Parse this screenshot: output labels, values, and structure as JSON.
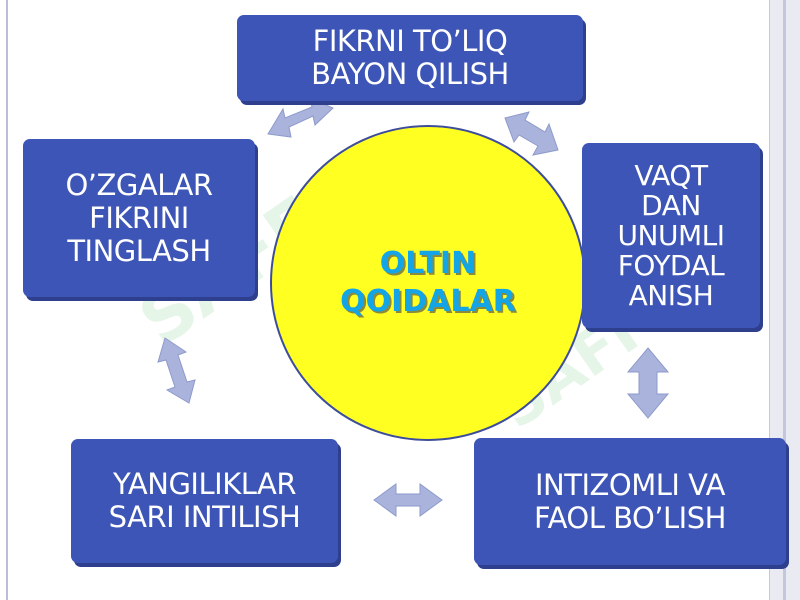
{
  "diagram": {
    "center": {
      "label": "OLTIN\nQOIDALAR"
    },
    "boxes": {
      "top": "FIKRNI TO’LIQ\nBAYON QILISH",
      "left": "O’ZGALAR\nFIKRINI\nTINGLASH",
      "right": "VAQT\nDAN\nUNUMLI\nFOYDAL\nANISH",
      "bottom_left": "YANGILIKLAR\nSARI INTILISH",
      "bottom_right": "INTIZOMLI VA\nFAOL BO’LISH"
    },
    "watermark": "SAFF"
  },
  "colors": {
    "box_fill": "#3d55b6",
    "box_text": "#ffffff",
    "circle_fill": "#ffff22",
    "circle_text": "#14a5e6",
    "arrow_fill": "#a9b3dc"
  }
}
